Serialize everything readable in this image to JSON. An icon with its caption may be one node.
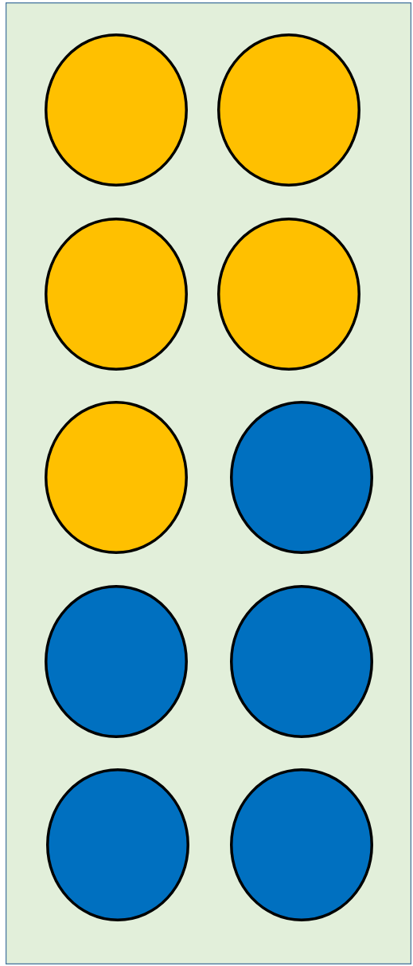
{
  "diagram": {
    "nodes": [
      {
        "text": [],
        "shape": "box"
      },
      {
        "text": [],
        "shape": "circle",
        "in": 0
      },
      {
        "text": [],
        "shape": "circle",
        "in": 0
      },
      {
        "text": [],
        "shape": "circle",
        "in": 0
      },
      {
        "text": [],
        "shape": "circle",
        "in": 0
      },
      {
        "text": [],
        "shape": "circle",
        "in": 0
      },
      {
        "text": [],
        "shape": "circle",
        "in": 0
      },
      {
        "text": [],
        "shape": "circle",
        "in": 0
      },
      {
        "text": [],
        "shape": "circle",
        "in": 0
      },
      {
        "text": [],
        "shape": "circle",
        "in": 0
      },
      {
        "text": [],
        "shape": "circle",
        "in": 0
      }
    ]
  }
}
